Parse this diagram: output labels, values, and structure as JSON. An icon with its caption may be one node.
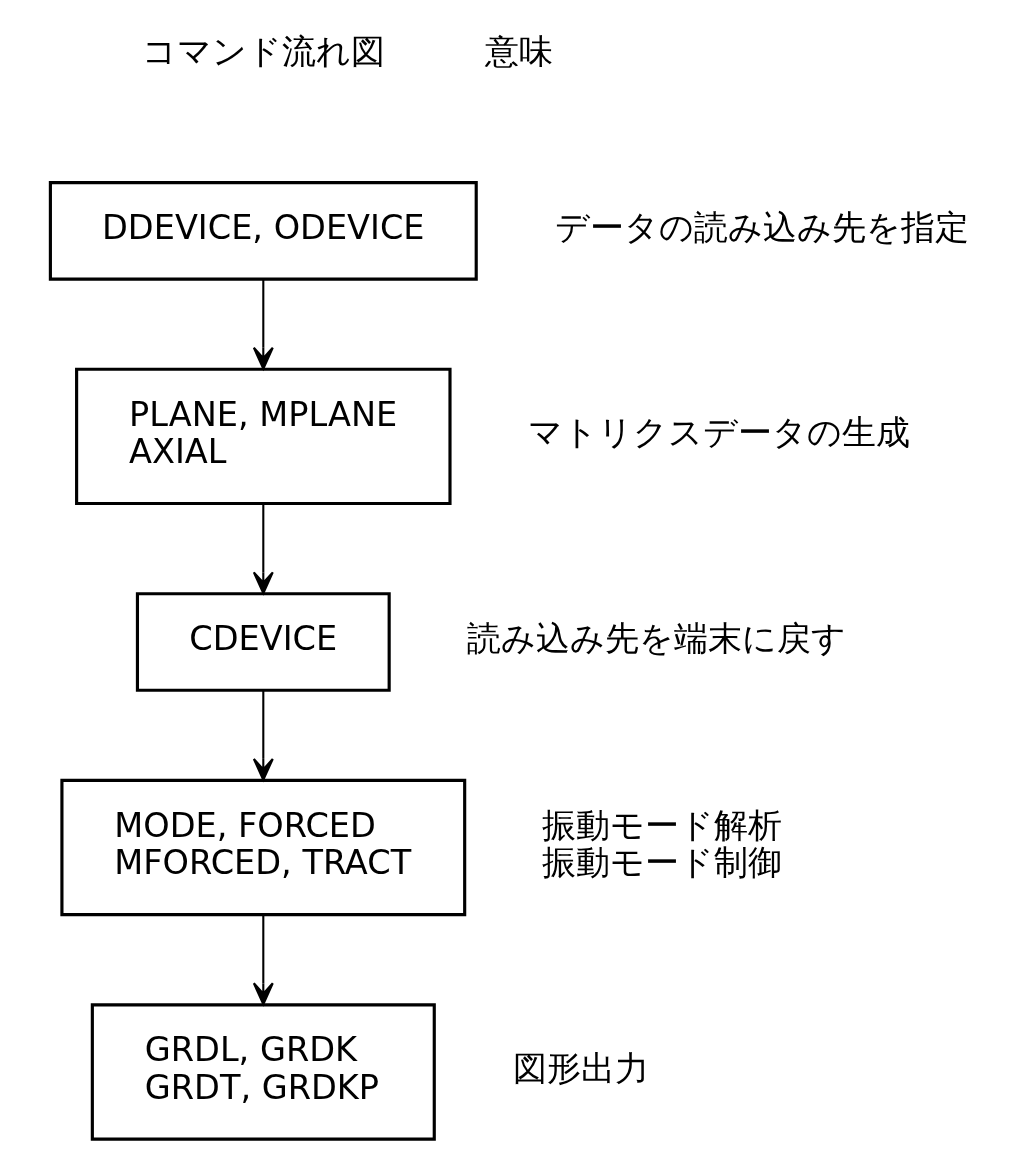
{
  "diagram": {
    "nodes": [
      {
        "text": [
          "DDEVICE, ODEVICE"
        ],
        "beside": [
          "データの読み込み先を指定"
        ]
      },
      {
        "text": [
          "PLANE, MPLANE",
          "AXIAL"
        ],
        "beside": [
          "マトリクスデータの生成"
        ]
      },
      {
        "text": [
          "CDEVICE"
        ],
        "beside": [
          "読み込み先を端末に戻す"
        ]
      },
      {
        "text": [
          "MODE, FORCED",
          "MFORCED, TRACT"
        ],
        "beside": [
          "振動モード解析",
          "振動モード制御"
        ]
      },
      {
        "text": [
          "GRDL, GRDK",
          "GRDT, GRDKP"
        ],
        "beside": [
          "図形出力"
        ]
      }
    ],
    "edges": [
      {
        "from": 0,
        "to": 1,
        "arrow": "to"
      },
      {
        "from": 1,
        "to": 2,
        "arrow": "to"
      },
      {
        "from": 2,
        "to": 3,
        "arrow": "to"
      },
      {
        "from": 3,
        "to": 4,
        "arrow": "to"
      }
    ],
    "labels": [
      "コマンド流れ図",
      "意味"
    ]
  }
}
